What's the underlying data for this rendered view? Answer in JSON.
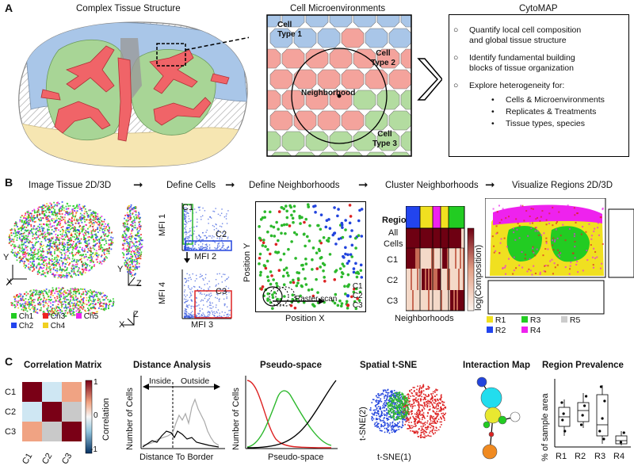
{
  "panelA": {
    "letter": "A",
    "tissue_title": "Complex Tissue Structure",
    "micro_title": "Cell Microenvironments",
    "micro_labels": {
      "type1": [
        "Cell",
        "Type 1"
      ],
      "type2": [
        "Cell",
        "Type 2"
      ],
      "type3": [
        "Cell",
        "Type 3"
      ],
      "neighborhood": "Neighborhood"
    },
    "cytomap_title": "CytoMAP",
    "cytomap_items": [
      [
        "Quantify local cell composition",
        "and global tissue structure"
      ],
      [
        "Identify fundamental building",
        "blocks of tissue organization"
      ],
      [
        "Explore heterogeneity for:"
      ]
    ],
    "cytomap_subitems": [
      "Cells & Microenvironments",
      "Replicates & Treatments",
      "Tissue types, species"
    ]
  },
  "panelB": {
    "letter": "B",
    "steps": [
      "Image Tissue 2D/3D",
      "Define Cells",
      "Define Neighborhoods",
      "Cluster Neighborhoods",
      "Visualize Regions 2D/3D"
    ],
    "arrow": "➞",
    "channels": [
      "Ch1",
      "Ch2",
      "Ch3",
      "Ch4",
      "Ch5"
    ],
    "channel_colors": [
      "#22cc22",
      "#2244ee",
      "#ee2222",
      "#f0d020",
      "#ee22ee"
    ],
    "axes": {
      "x": "X",
      "y": "Y",
      "z": "Z"
    },
    "gating": {
      "mfi1": "MFI 1",
      "mfi2": "MFI 2",
      "mfi3": "MFI 3",
      "mfi4": "MFI 4",
      "c1": "C1",
      "c2": "C2",
      "c3": "C3"
    },
    "neigh": {
      "ylabel": "Position Y",
      "xlabel": "Position X",
      "raster": "Raster scan",
      "legend": [
        "C1",
        "C2",
        "C3"
      ],
      "legend_colors": [
        "#2cb82c",
        "#2244dd",
        "#dd2222"
      ]
    },
    "cluster": {
      "regions_title": "Regions",
      "rows": [
        "All",
        "Cells",
        "C1",
        "C2",
        "C3"
      ],
      "xlabel": "Neighborhoods",
      "cbar_label": "log(Composition)"
    },
    "regions": [
      "R1",
      "R2",
      "R3",
      "R4",
      "R5"
    ],
    "region_colors": [
      "#f0e020",
      "#2244ee",
      "#22cc22",
      "#ee22ee",
      "#cccccc"
    ]
  },
  "panelC": {
    "letter": "C",
    "corr": {
      "title": "Correlation Matrix",
      "rows": [
        "C1",
        "C2",
        "C3"
      ],
      "cbar_label": "Correlation",
      "ticks": [
        "1",
        "0",
        "-1"
      ]
    },
    "dist": {
      "title": "Distance Analysis",
      "inside": "Inside",
      "outside": "Outside",
      "ylabel": "Number of Cells",
      "xlabel": "Distance To Border"
    },
    "pseudo": {
      "title": "Pseudo-space",
      "ylabel": "Number of Cells",
      "xlabel": "Pseudo-space"
    },
    "tsne": {
      "title": "Spatial t-SNE",
      "ylabel": "t-SNE(2)",
      "xlabel": "t-SNE(1)"
    },
    "imap": {
      "title": "Interaction Map"
    },
    "prev": {
      "title": "Region Prevalence",
      "ylabel": "% of sample area",
      "categories": [
        "R1",
        "R2",
        "R3",
        "R4"
      ]
    }
  }
}
